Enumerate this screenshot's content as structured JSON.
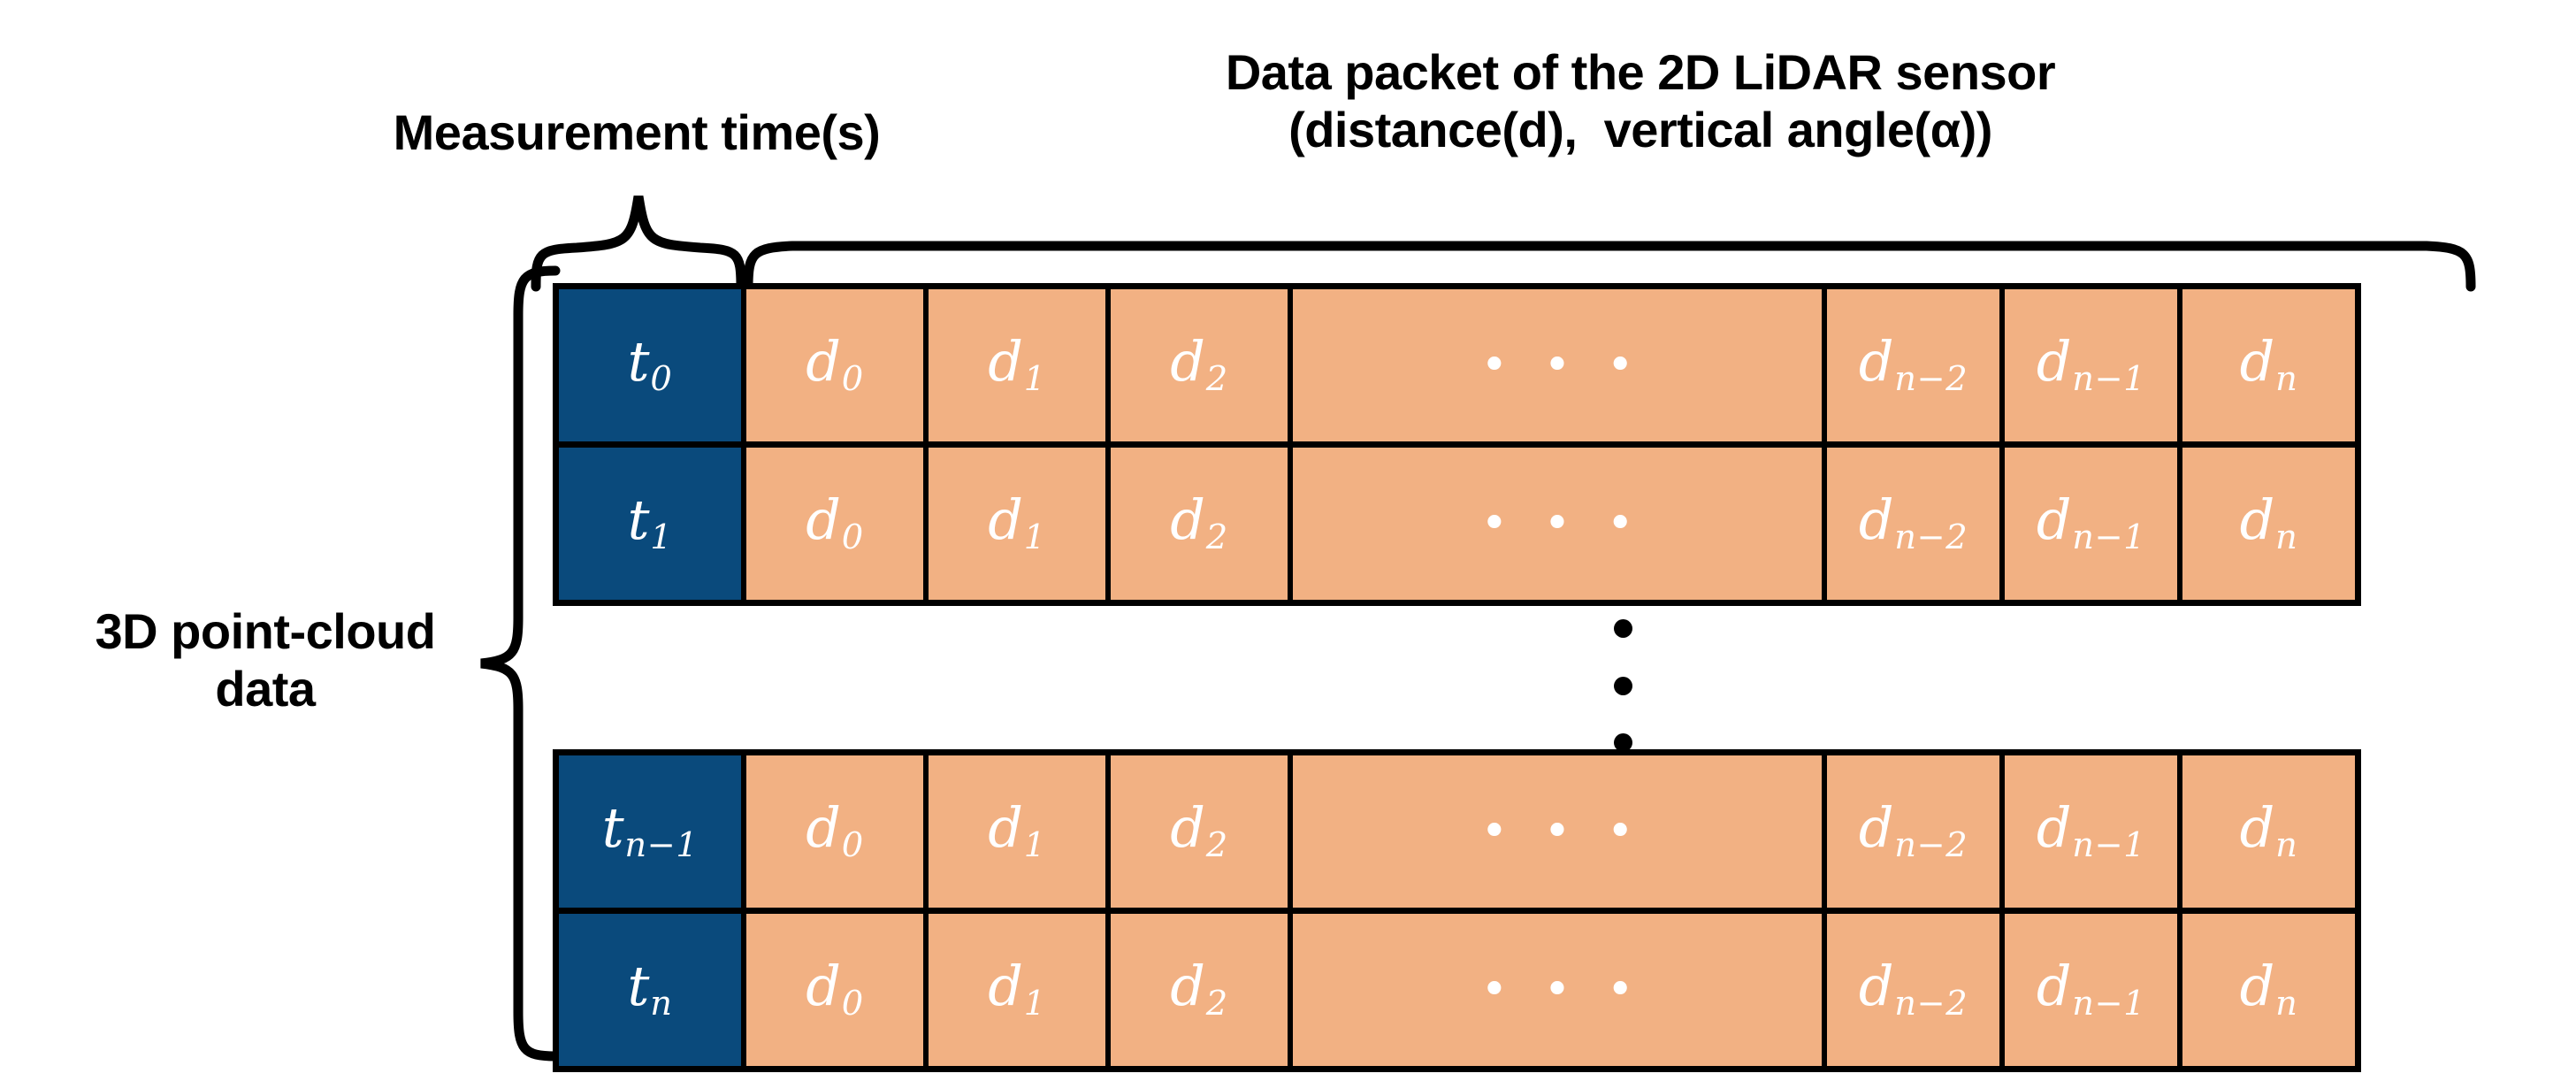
{
  "captions": {
    "measurement_time": "Measurement time(s)",
    "data_packet_line1": "Data packet of the 2D LiDAR sensor",
    "data_packet_line2": "(distance(d),  vertical angle(α))",
    "point_cloud_line1": "3D point-cloud",
    "point_cloud_line2": "data"
  },
  "colors": {
    "time_cell": "#0a4a7c",
    "data_cell": "#f2b183",
    "border": "#000000",
    "cell_text": "#ffffff",
    "caption_text": "#000000",
    "background": "#ffffff"
  },
  "table": {
    "column_headers": [
      "t",
      "d0",
      "d1",
      "d2",
      "ellipsis",
      "dn-2",
      "dn-1",
      "dn"
    ],
    "row_groups": [
      {
        "rows": [
          {
            "time": {
              "base": "t",
              "sub": "0"
            },
            "data": [
              {
                "base": "d",
                "sub": "0"
              },
              {
                "base": "d",
                "sub": "1"
              },
              {
                "base": "d",
                "sub": "2"
              },
              {
                "ellipsis": "• • •"
              },
              {
                "base": "d",
                "sub": "n−2"
              },
              {
                "base": "d",
                "sub": "n−1"
              },
              {
                "base": "d",
                "sub": "n"
              }
            ]
          },
          {
            "time": {
              "base": "t",
              "sub": "1"
            },
            "data": [
              {
                "base": "d",
                "sub": "0"
              },
              {
                "base": "d",
                "sub": "1"
              },
              {
                "base": "d",
                "sub": "2"
              },
              {
                "ellipsis": "• • •"
              },
              {
                "base": "d",
                "sub": "n−2"
              },
              {
                "base": "d",
                "sub": "n−1"
              },
              {
                "base": "d",
                "sub": "n"
              }
            ]
          }
        ]
      },
      {
        "rows": [
          {
            "time": {
              "base": "t",
              "sub": "n−1"
            },
            "data": [
              {
                "base": "d",
                "sub": "0"
              },
              {
                "base": "d",
                "sub": "1"
              },
              {
                "base": "d",
                "sub": "2"
              },
              {
                "ellipsis": "• • •"
              },
              {
                "base": "d",
                "sub": "n−2"
              },
              {
                "base": "d",
                "sub": "n−1"
              },
              {
                "base": "d",
                "sub": "n"
              }
            ]
          },
          {
            "time": {
              "base": "t",
              "sub": "n"
            },
            "data": [
              {
                "base": "d",
                "sub": "0"
              },
              {
                "base": "d",
                "sub": "1"
              },
              {
                "base": "d",
                "sub": "2"
              },
              {
                "ellipsis": "• • •"
              },
              {
                "base": "d",
                "sub": "n−2"
              },
              {
                "base": "d",
                "sub": "n−1"
              },
              {
                "base": "d",
                "sub": "n"
              }
            ]
          }
        ]
      }
    ],
    "row_separator": {
      "type": "vertical-ellipsis",
      "dots": 3
    }
  },
  "braces": [
    {
      "name": "measurement-time-brace",
      "orientation": "top",
      "label": "Measurement time(s)"
    },
    {
      "name": "data-packet-brace",
      "orientation": "top",
      "label": "Data packet of the 2D LiDAR sensor"
    },
    {
      "name": "point-cloud-brace",
      "orientation": "left",
      "label": "3D point-cloud data"
    }
  ]
}
